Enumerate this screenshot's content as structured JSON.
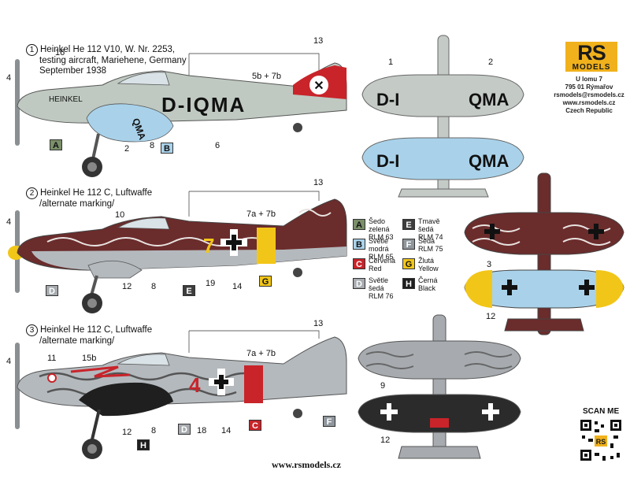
{
  "brand": {
    "logo_top": "RS",
    "logo_bottom": "MODELS",
    "address": [
      "U lomu 7",
      "795 01 Rýmařov",
      "rsmodels@rsmodels.cz",
      "www.rsmodels.cz",
      "Czech Republic"
    ]
  },
  "profiles": [
    {
      "no": "1",
      "caption": [
        "Heinkel He 112 V10, W. Nr. 2253,",
        "testing aircraft, Mariehene, Germany",
        "September 1938"
      ],
      "registration": "D-IQMA",
      "belly": "QMA",
      "fuselage_text": "HEINKEL",
      "tail_callout": "5b + 7b"
    },
    {
      "no": "2",
      "caption": [
        "Heinkel He 112 C, Luftwaffe",
        "/alternate marking/"
      ],
      "code": "7",
      "tail_callout": "7a + 7b"
    },
    {
      "no": "3",
      "caption": [
        "Heinkel He 112 C, Luftwaffe",
        "/alternate marking/"
      ],
      "code": "4",
      "tail_callout": "7a + 7b"
    }
  ],
  "callouts": {
    "p1": [
      "16",
      "4",
      "13",
      "2",
      "8",
      "6"
    ],
    "p2": [
      "13",
      "4",
      "10",
      "12",
      "8",
      "19",
      "14"
    ],
    "p3": [
      "13",
      "4",
      "11",
      "15b",
      "12",
      "8",
      "18",
      "14"
    ],
    "top1": [
      "1",
      "2"
    ],
    "top2": [
      "3",
      "12"
    ],
    "top3": [
      "9",
      "12"
    ]
  },
  "wing1": {
    "left": "D-I",
    "right": "QMA"
  },
  "legend": [
    {
      "key": "A",
      "color": "#7a8f6a",
      "text_color": "#111",
      "lines": [
        "Šedo zelená",
        "RLM 63"
      ]
    },
    {
      "key": "E",
      "color": "#3d3d3d",
      "text_color": "#ffffff",
      "lines": [
        "Tmavě šedá",
        "RLM 74"
      ]
    },
    {
      "key": "B",
      "color": "#a9d2ea",
      "text_color": "#111",
      "lines": [
        "Světle modrá",
        "RLM 65"
      ]
    },
    {
      "key": "F",
      "color": "#8f969c",
      "text_color": "#ffffff",
      "lines": [
        "Šedá",
        "RLM 75"
      ]
    },
    {
      "key": "C",
      "color": "#c8242a",
      "text_color": "#ffffff",
      "lines": [
        "Červená",
        "Red"
      ]
    },
    {
      "key": "G",
      "color": "#f2c618",
      "text_color": "#111",
      "lines": [
        "Žlutá",
        "Yellow"
      ]
    },
    {
      "key": "D",
      "color": "#a7abaf",
      "text_color": "#ffffff",
      "lines": [
        "Světle šedá",
        "RLM 76"
      ]
    },
    {
      "key": "H",
      "color": "#1f1f1f",
      "text_color": "#ffffff",
      "lines": [
        "Černá",
        "Black"
      ]
    }
  ],
  "swatch_keys": {
    "p1": [
      "A",
      "B"
    ],
    "p2": [
      "D",
      "E",
      "G"
    ],
    "p3": [
      "D",
      "C",
      "F",
      "H"
    ]
  },
  "colors": {
    "grey_green": "#bfc9c1",
    "light_blue": "#a9d2ea",
    "maroon": "#6b2c2c",
    "light_grey": "#b4b9bd",
    "dark_grey": "#333333",
    "yellow": "#f2c618",
    "red": "#c8242a",
    "logo_yellow": "#f0b11c"
  },
  "qr_label": "SCAN ME",
  "website": "www.rsmodels.cz"
}
